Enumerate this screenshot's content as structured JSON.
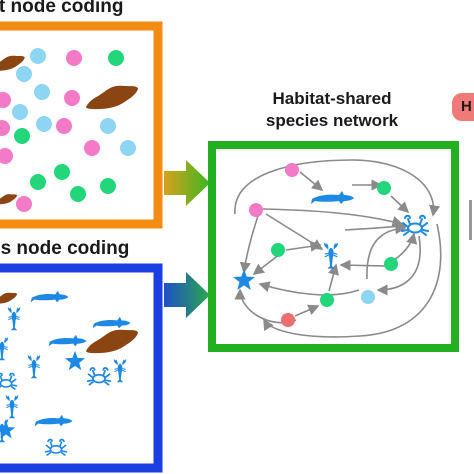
{
  "panels": {
    "habitat": {
      "title": "tat node coding",
      "border_color": "#f28c13"
    },
    "species": {
      "title": "es node coding",
      "border_color": "#1b3fe0"
    },
    "network": {
      "title_line1": "Habitat-shared",
      "title_line2": "species network",
      "border_color": "#22b01e"
    }
  },
  "side_badge": {
    "text": "H",
    "color": "#ef7a78"
  },
  "node_colors": {
    "light_blue": "#8ed4f3",
    "pink": "#f27ac6",
    "green": "#23d67a",
    "red": "#f26d6d",
    "habitat_brown": "#8b4513",
    "species_blue": "#1e88e5"
  },
  "icons": [
    "habitat-rock-icon",
    "shark-icon",
    "crab-icon",
    "lobster-icon",
    "starfish-icon"
  ]
}
